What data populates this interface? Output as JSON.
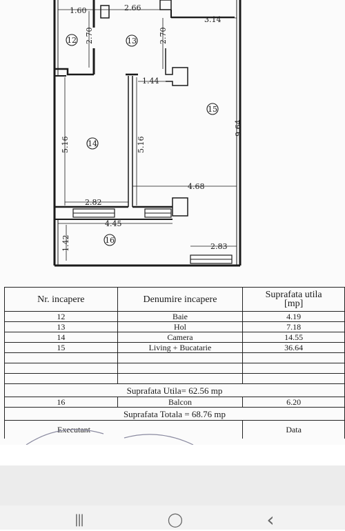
{
  "plan": {
    "dims": {
      "d160": "1.60",
      "d266": "2.66",
      "d314": "3.14",
      "d270a": "2.70",
      "d270b": "2.70",
      "d144": "1.44",
      "d516a": "5.16",
      "d516b": "5.16",
      "d964": "9.64",
      "d468": "4.68",
      "d282": "2.82",
      "d445": "4.45",
      "d142": "1.42",
      "d283": "2.83"
    },
    "rooms": {
      "r12": "12",
      "r13": "13",
      "r14": "14",
      "r15": "15",
      "r16": "16"
    }
  },
  "table": {
    "headers": {
      "nr": "Nr. incapere",
      "name": "Denumire incapere",
      "area_line1": "Suprafata utila",
      "area_line2": "[mp]"
    },
    "rows": [
      {
        "nr": "12",
        "name": "Baie",
        "area": "4.19"
      },
      {
        "nr": "13",
        "name": "Hol",
        "area": "7.18"
      },
      {
        "nr": "14",
        "name": "Camera",
        "area": "14.55"
      },
      {
        "nr": "15",
        "name": "Living + Bucatarie",
        "area": "36.64"
      }
    ],
    "suprafata_utila": "Suprafata Utila= 62.56 mp",
    "balcon": {
      "nr": "16",
      "name": "Balcon",
      "area": "6.20"
    },
    "suprafata_totala": "Suprafata Totala = 68.76 mp",
    "executant": "Executant",
    "data_label": "Data"
  },
  "navbar": {
    "recents": "|||",
    "home": "◯",
    "back": "‹"
  }
}
